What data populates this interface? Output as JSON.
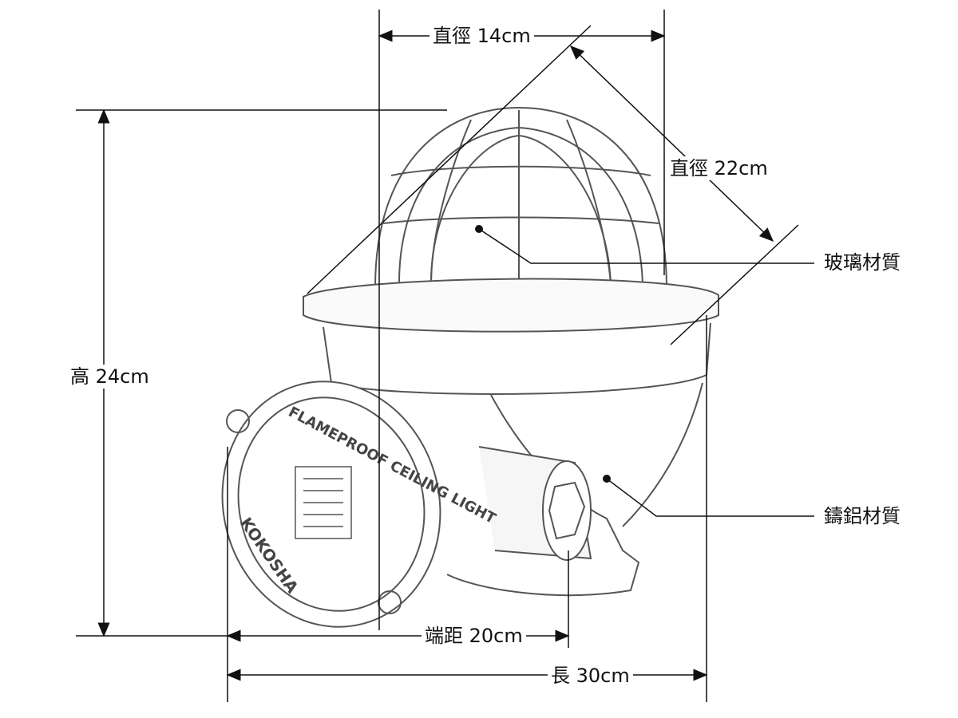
{
  "dimensions": {
    "top_diameter": "直徑 14cm",
    "dome_diameter": "直徑 22cm",
    "height": "高 24cm",
    "offset": "端距 20cm",
    "length": "長 30cm"
  },
  "materials": {
    "glass": "玻璃材質",
    "body": "鑄鋁材質"
  },
  "product_plate": {
    "title": "FLAMEPROOF CEILING LIGHT",
    "brand": "KOKOSHA"
  },
  "colors": {
    "line": "#111111",
    "sketch": "#555555"
  }
}
